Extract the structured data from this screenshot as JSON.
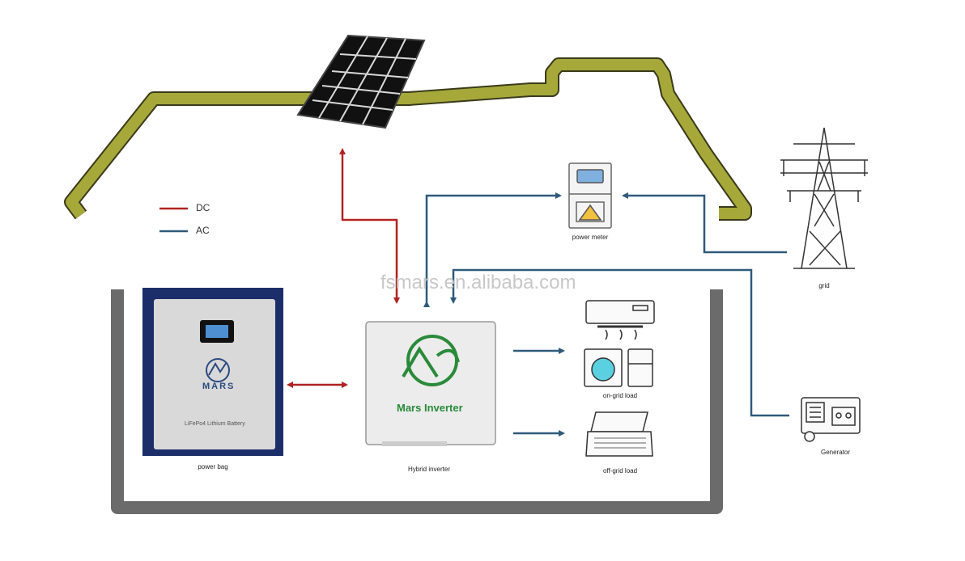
{
  "legend": [
    {
      "label": "DC",
      "color": "#b22222"
    },
    {
      "label": "AC",
      "color": "#2f5a7a"
    }
  ],
  "watermark": "fsmars.en.alibaba.com",
  "components": {
    "power_meter": "power meter",
    "grid": "grid",
    "generator": "Generator",
    "battery": "power bag",
    "inverter": "Hybrid inverter",
    "on_grid_load": "on-grid load",
    "off_grid_load": "off-grid load"
  },
  "battery_panel": {
    "brand": "MARS",
    "label": "LiFePo4 Lithium Battery"
  },
  "inverter_panel": {
    "label": "Mars Inverter"
  },
  "colors": {
    "roof": "#a6a83a",
    "house": "#6b6b6b",
    "dc": "#b22222",
    "ac": "#2f5a7a",
    "battery_bg": "#1c2e6a",
    "inverter_logo": "#2a8a3a"
  }
}
